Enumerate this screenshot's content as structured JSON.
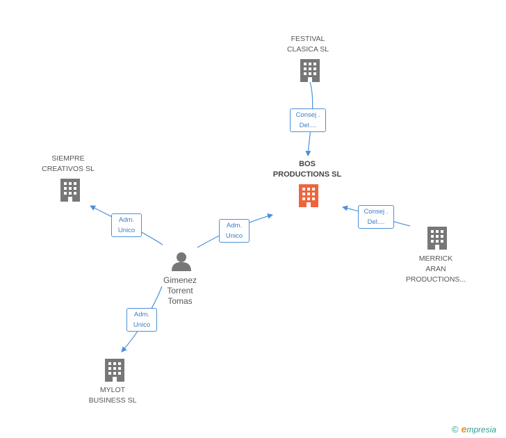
{
  "nodes": {
    "festival": {
      "lines": [
        "FESTIVAL",
        "CLASICA  SL"
      ]
    },
    "bos": {
      "lines": [
        "BOS",
        "PRODUCTIONS SL"
      ]
    },
    "siempre": {
      "lines": [
        "SIEMPRE",
        "CREATIVOS SL"
      ]
    },
    "merrick": {
      "lines": [
        "MERRICK",
        "ARAN",
        "PRODUCTIONS..."
      ]
    },
    "gimenez": {
      "lines": [
        "Gimenez",
        "Torrent",
        "Tomas"
      ]
    },
    "mylot": {
      "lines": [
        "MYLOT",
        "BUSINESS SL"
      ]
    }
  },
  "edges": {
    "festival_bos": {
      "lines": [
        "Consej .",
        "Del...."
      ]
    },
    "gimenez_siempre": {
      "lines": [
        "Adm.",
        "Unico"
      ]
    },
    "gimenez_bos": {
      "lines": [
        "Adm.",
        "Unico"
      ]
    },
    "merrick_bos": {
      "lines": [
        "Consej .",
        "Del...."
      ]
    },
    "gimenez_mylot": {
      "lines": [
        "Adm.",
        "Unico"
      ]
    }
  },
  "colors": {
    "edge": "#4a90d9",
    "company_icon": "#777777",
    "main_company_icon": "#f0643c",
    "person_icon": "#777777"
  },
  "icons": {
    "company": "building-icon",
    "person": "person-icon",
    "copyright": "copyright-icon"
  },
  "footer": {
    "copyright": "©",
    "brand_first": "e",
    "brand_rest": "mpresia"
  }
}
